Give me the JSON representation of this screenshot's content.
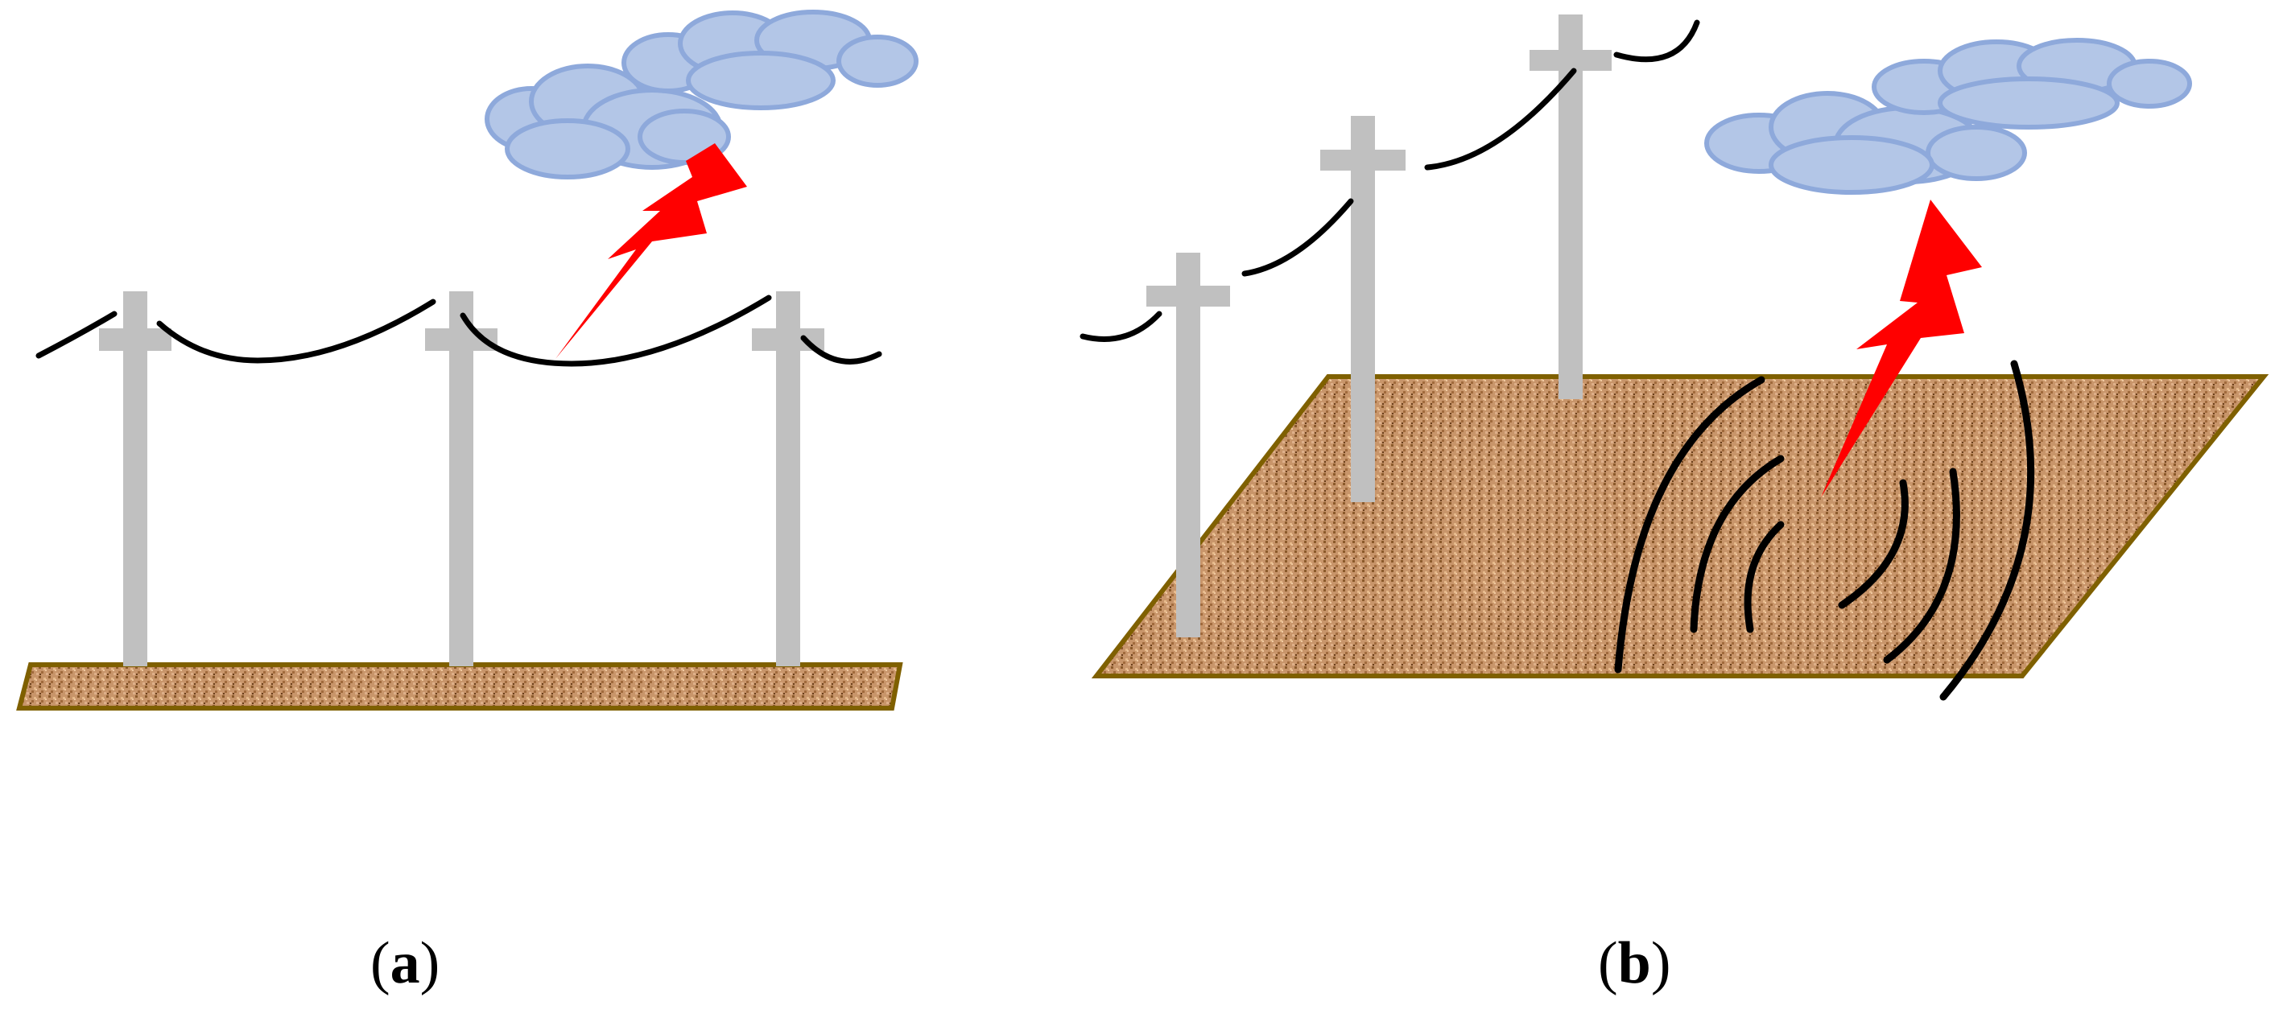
{
  "colors": {
    "pole": "#c0c0c0",
    "wire": "#000000",
    "cloud_fill": "#b3c6e7",
    "cloud_stroke": "#8ea9db",
    "lightning": "#ff0000",
    "ground_fill": "#c8956a",
    "ground_stroke": "#7f6000"
  },
  "icons": [
    "cloud-icon",
    "lightning-bolt-icon",
    "utility-pole-icon",
    "ground-soil",
    "wave-rings-icon"
  ],
  "panels": [
    {
      "id": "a",
      "open": "(",
      "letter": "a",
      "close": ")",
      "scene": "direct-strike-on-line"
    },
    {
      "id": "b",
      "open": "(",
      "letter": "b",
      "close": ")",
      "scene": "nearby-ground-strike"
    }
  ]
}
